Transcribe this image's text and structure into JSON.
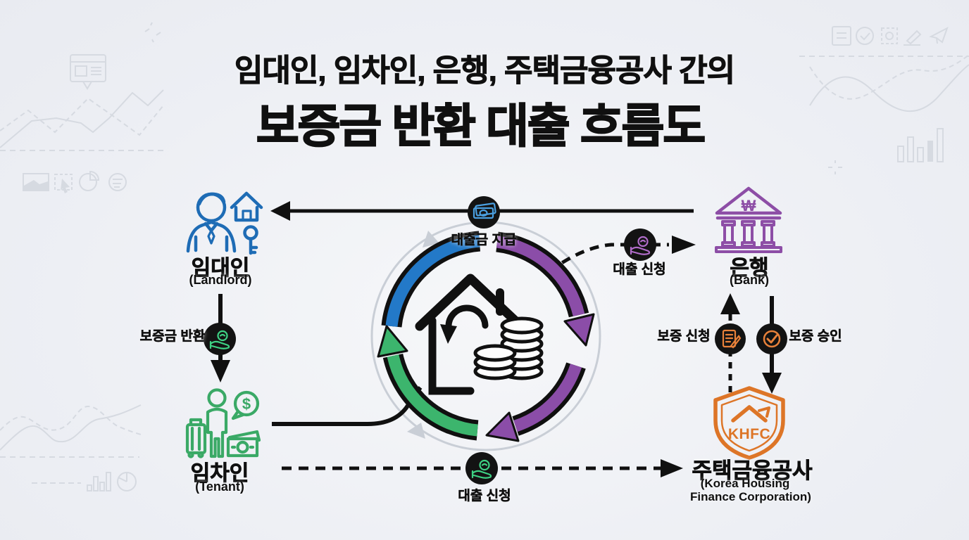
{
  "title": {
    "subtitle": "임대인, 임차인, 은행, 주택금융공사 간의",
    "main": "보증금 반환 대출 흐름도"
  },
  "actors": {
    "landlord": {
      "label": "임대인",
      "sublabel": "(Landlord)"
    },
    "bank": {
      "label": "은행",
      "sublabel": "(Bank)",
      "currency_symbol": "₩"
    },
    "tenant": {
      "label": "임차인",
      "sublabel": "(Tenant)",
      "bubble_symbol": "$"
    },
    "khfc": {
      "label": "주택금융공사",
      "sublabel_line1": "(Korea Housing",
      "sublabel_line2": "Finance Corporation)",
      "shield_text": "KHFC"
    }
  },
  "flows": {
    "loan_disbursement": "대출금 지급",
    "loan_application_bank": "대출 신청",
    "deposit_return": "보증금 반환",
    "guarantee_application": "보증 신청",
    "guarantee_approval": "보증 승인",
    "loan_application_khfc": "대출 신청"
  },
  "icons": {
    "landlord": "person-house-key-icon",
    "bank": "bank-building-icon",
    "tenant": "person-luggage-money-icon",
    "khfc": "khfc-shield-icon",
    "center": "house-return-coins-icon",
    "loan_disbursement": "banknote-icon",
    "loan_application": "hand-coin-icon",
    "deposit_return": "hand-coin-icon",
    "guarantee_application": "document-pen-icon",
    "guarantee_approval": "check-circle-icon"
  },
  "colors": {
    "background": "#edeff4",
    "ink": "#101010",
    "landlord": "#1e6cb5",
    "bank": "#8d4ea6",
    "tenant": "#3aa966",
    "khfc": "#dd7527",
    "arc_blue": "#2379c8",
    "arc_purple": "#8b4da8",
    "arc_green": "#3cb56d",
    "node_blue": "#4a9fe0",
    "node_purple": "#b06cc9",
    "node_green": "#3ed284",
    "node_orange": "#e8813a",
    "decor": "#d6dae1"
  }
}
